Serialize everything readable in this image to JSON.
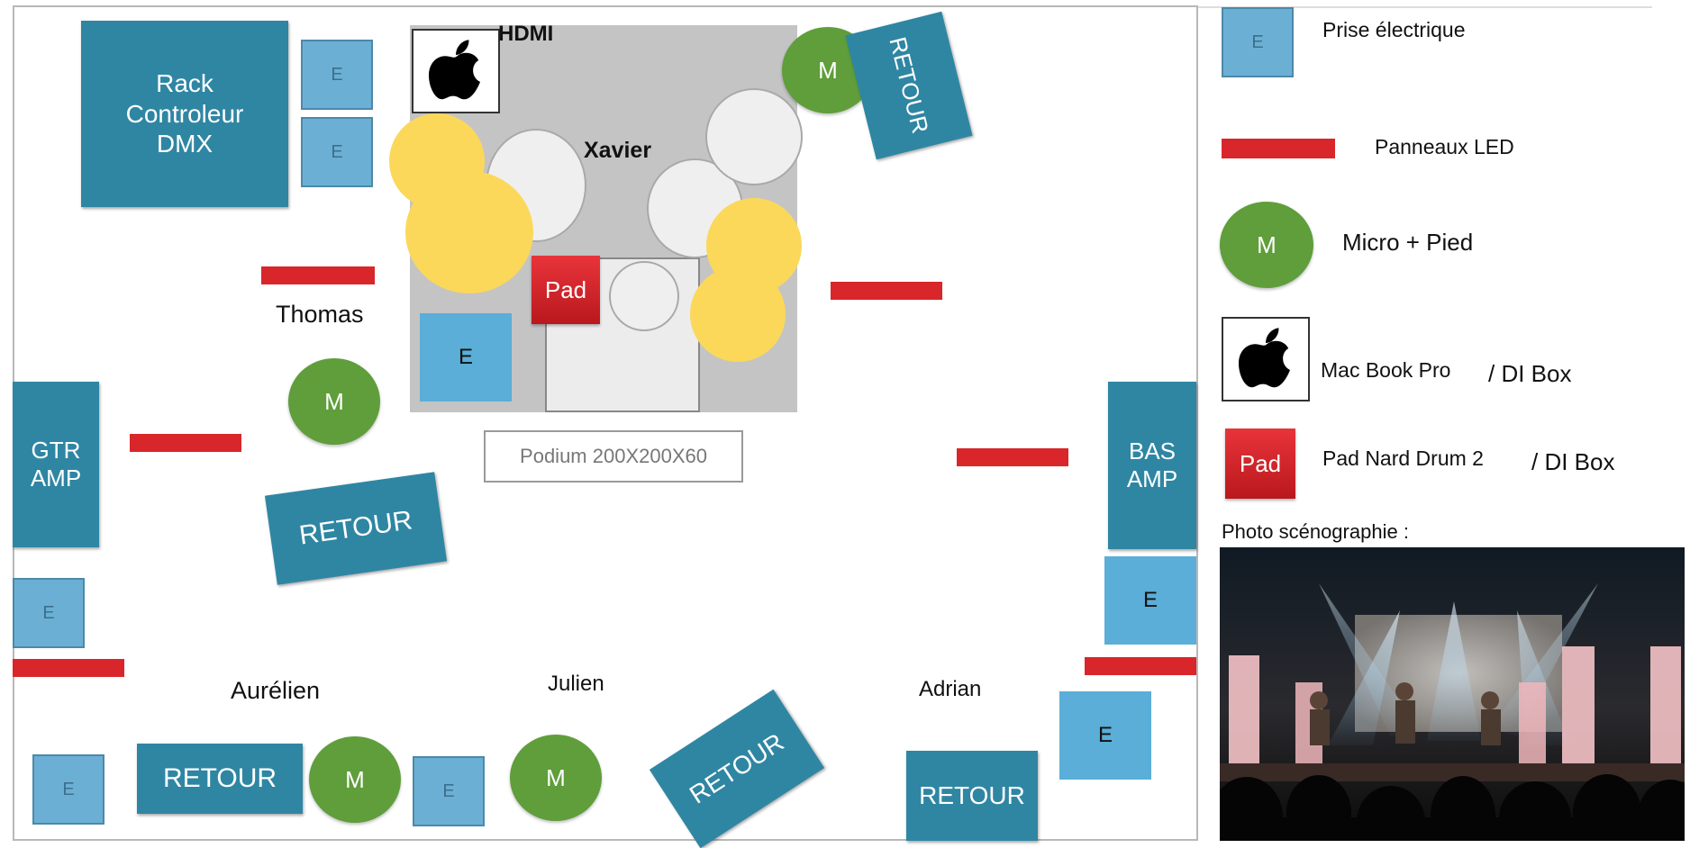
{
  "stage": {
    "hdmi_label": "HDMI",
    "podium_label": "Podium 200X200X60",
    "rack_label": "Rack\nControleur\nDMX",
    "gtr_amp_label": "GTR\nAMP",
    "bas_amp_label": "BAS\nAMP",
    "retour_label": "RETOUR",
    "mic_label": "M",
    "outlet_label": "E",
    "pad_label": "Pad",
    "musicians": [
      "Xavier",
      "Thomas",
      "Aurélien",
      "Julien",
      "Adrian"
    ]
  },
  "legend": {
    "outlet_symbol": "E",
    "outlet_label": "Prise électrique",
    "led_label": "Panneaux LED",
    "mic_symbol": "M",
    "mic_label": "Micro + Pied",
    "mac_label": "Mac Book Pro",
    "mac_suffix": "/  DI Box",
    "pad_symbol": "Pad",
    "pad_label": "Pad Nard Drum 2",
    "pad_suffix": "/  DI Box",
    "photo_title": "Photo scénographie :"
  },
  "colors": {
    "teal": "#2f86a3",
    "outlet_blue": "#5aaed8",
    "mic_green": "#5f9e3b",
    "led_red": "#d9262a",
    "cymbal_yellow": "#fbd85a",
    "pad_red": "#d62a30",
    "riser_gray": "#c4c4c4"
  },
  "icons": [
    "apple-logo-icon"
  ]
}
